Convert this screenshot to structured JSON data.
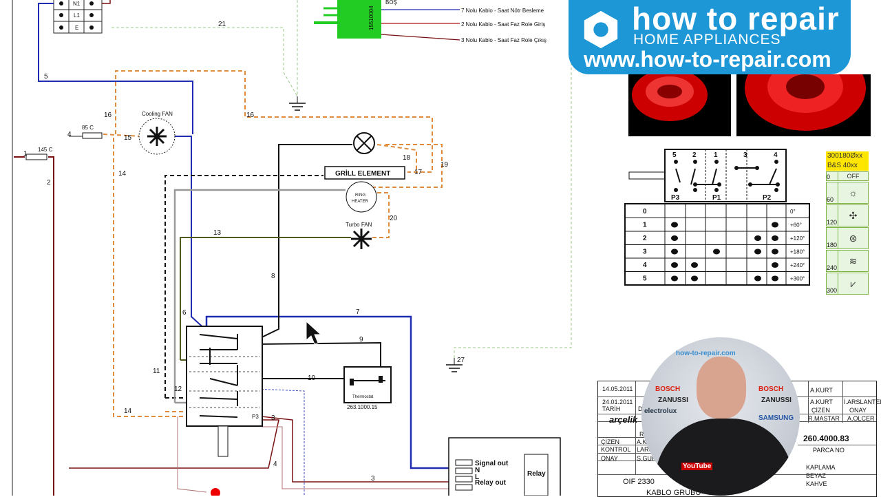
{
  "brand": {
    "line1": "how to repair",
    "line2": "HOME APPLIANCES",
    "url": "www.how-to-repair.com",
    "color": "#1e97d6"
  },
  "wiring_notes": {
    "bos": "BOŞ",
    "part_no_rot": "15510004",
    "note7": "7 Nolu Kablo - Saat Nötr Besleme",
    "note2": "2 Nolu Kablo - Saat Faz Role Giriş",
    "note3": "3 Nolu Kablo - Saat Faz Role Çıkış"
  },
  "components": {
    "cooling_fan": "Cooling FAN",
    "grill": "GRİLL ELEMENT",
    "ring_heater_1": "RING",
    "ring_heater_2": "HEATER",
    "turbo_fan": "Turbo FAN",
    "thermostat": "Thermostat",
    "thermostat_code": "263.1000.15",
    "temp_85": "85 C",
    "temp_145": "145 C",
    "relay": "Relay",
    "signal_out": "Signal out",
    "n": "N",
    "l": "L",
    "relay_out": "Relay out",
    "term_n1": "N1",
    "term_l1": "L1",
    "term_e": "E",
    "p1": "P1",
    "p2": "P2",
    "p3": "P3",
    "switch_p3": "P3"
  },
  "wire_numbers": [
    "21",
    "5",
    "16",
    "16",
    "4",
    "15",
    "1",
    "14",
    "2",
    "18",
    "17",
    "19",
    "13",
    "20",
    "8",
    "6",
    "7",
    "9",
    "11",
    "10",
    "12",
    "14",
    "3",
    "4",
    "3",
    "27"
  ],
  "switch_header": [
    "5",
    "2",
    "1",
    "3",
    "4"
  ],
  "switch_table": [
    {
      "pos": "0",
      "angle": "0°",
      "dots": [
        0,
        0,
        0,
        0,
        0
      ]
    },
    {
      "pos": "1",
      "angle": "+60°",
      "dots": [
        1,
        0,
        0,
        0,
        1
      ]
    },
    {
      "pos": "2",
      "angle": "+120°",
      "dots": [
        1,
        0,
        0,
        1,
        1
      ]
    },
    {
      "pos": "3",
      "angle": "+180°",
      "dots": [
        1,
        0,
        1,
        1,
        1
      ]
    },
    {
      "pos": "4",
      "angle": "+240°",
      "dots": [
        1,
        1,
        0,
        0,
        1
      ]
    },
    {
      "pos": "5",
      "angle": "+300°",
      "dots": [
        1,
        1,
        0,
        1,
        1
      ]
    }
  ],
  "program_legend": {
    "head1": "300180Øxx",
    "head2": "B&S 40xx",
    "off_num": "0",
    "off": "OFF",
    "rows": [
      {
        "num": "60",
        "icon": "lamp-icon",
        "glyph": "☼"
      },
      {
        "num": "120",
        "icon": "fan-icon",
        "glyph": "✣"
      },
      {
        "num": "180",
        "icon": "ring-fan-icon",
        "glyph": "⊛"
      },
      {
        "num": "240",
        "icon": "grill-icon",
        "glyph": "≋"
      },
      {
        "num": "300",
        "icon": "grill-fan-icon",
        "glyph": "⩗"
      }
    ]
  },
  "title_block": {
    "date1": "14.05.2011",
    "date2": "24.01.2011",
    "tarih": "TARİH",
    "de": "DE",
    "akurt1": "A.KURT",
    "akurt2": "A.KURT",
    "arslan": "İ.ARSLANTEKIN",
    "cizen": "ÇİZEN",
    "onay": "ONAY",
    "rmastar": "R.MASTAR",
    "aolcer": "A.OLCER",
    "arcelik": "arçelik",
    "part_no": "260.4000.83",
    "parca_no": "PARCA NO",
    "cizen2": "ÇİZEN",
    "kontrol": "KONTROL",
    "onay2": "ONAY",
    "ak": "A.KU",
    "lars": "LARS",
    "sgure": "S.GURE",
    "oif": "OIF 2330",
    "kablo": "KABLO GRUBU",
    "kaplama": "KAPLAMA",
    "beyaz": "BEYAZ",
    "kahve": "KAHVE",
    "rdesit": "RDESIT"
  },
  "watermark": {
    "w1": "how-to-repair.com",
    "w2": "BOSCH",
    "w3": "ZANUSSI",
    "w4": "electrolux",
    "w5": "SAMSUNG",
    "w6": "YouTube"
  }
}
